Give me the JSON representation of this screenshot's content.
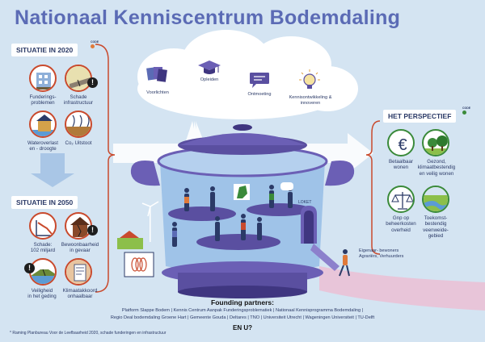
{
  "title": "Nationaal Kenniscentrum Bodemdaling",
  "situatie_2020": {
    "heading": "SITUATIE IN 2020",
    "code": "CODE",
    "items": [
      {
        "label_line1": "Funderings-",
        "label_line2": "problemen",
        "icon": "house-foundation-icon"
      },
      {
        "label_line1": "Schade",
        "label_line2": "infrastructuur",
        "icon": "road-damage-icon"
      },
      {
        "label_line1": "Wateroverlast",
        "label_line2": "en - droogte",
        "icon": "flood-house-icon"
      },
      {
        "label_line1": "Co₂ Uitstoot",
        "label_line2": "",
        "icon": "co2-emission-icon"
      }
    ]
  },
  "situatie_2050": {
    "heading": "SITUATIE IN 2050",
    "items": [
      {
        "label_line1": "Schade:",
        "label_line2": "102 miljard",
        "icon": "declining-graph-icon"
      },
      {
        "label_line1": "Bewoonbaarheid",
        "label_line2": "in gevaar",
        "icon": "damaged-house-icon"
      },
      {
        "label_line1": "Veiligheid",
        "label_line2": "in het geding",
        "icon": "dike-breach-icon"
      },
      {
        "label_line1": "Klimaatakkoord",
        "label_line2": "onhaalbaar",
        "icon": "climate-accord-icon"
      }
    ]
  },
  "perspectief": {
    "heading": "HET PERSPECTIEF",
    "code": "CODE",
    "items": [
      {
        "label_line1": "Betaalbaar",
        "label_line2": "wonen",
        "label_line3": "",
        "icon": "euro-icon"
      },
      {
        "label_line1": "Gezond,",
        "label_line2": "klimaatbestendig",
        "label_line3": "en veilig wonen",
        "icon": "trees-icon"
      },
      {
        "label_line1": "Gnp op",
        "label_line2": "beheerkosten",
        "label_line3": "overheid",
        "icon": "balance-scale-icon"
      },
      {
        "label_line1": "Toekomst-",
        "label_line2": "bestendig",
        "label_line3": "veenweide-",
        "label_line4": "gebied",
        "icon": "river-landscape-icon"
      }
    ]
  },
  "cloud": {
    "items": [
      {
        "label_line1": "Voorlichten",
        "label_line2": "",
        "icon": "brochure-icon"
      },
      {
        "label_line1": "Opleiden",
        "label_line2": "",
        "icon": "graduation-cap-icon"
      },
      {
        "label_line1": "Ontmoeting",
        "label_line2": "",
        "icon": "speech-bubble-icon"
      },
      {
        "label_line1": "Kennisontwikkeling &",
        "label_line2": "innoveren",
        "icon": "lightbulb-icon"
      }
    ]
  },
  "loket": "LOKET",
  "eigenaar": {
    "line1": "Eigenaar- bewoners",
    "line2": "Agrariërs, Verhuurders"
  },
  "founding": {
    "title": "Founding partners:",
    "line1": "Platform Slappe Bodem  |  Kennis Centrum Aanpak Funderingsproblematiek  |  Nationaal Kennisprogramma Bodemdaling  |",
    "line2": "Regio Deal bodemdaling Groene Hart  |  Gemeente Gouda  |  Deltares  |  TNO  |  Universiteit Utrecht  |  Wageningen Universiteit  |  TU-Delft",
    "en_u": "EN U?"
  },
  "footnote": "*  Raming Planbureau Voor de Leefbaarheid 2020, schade funderingen en infrastructuur",
  "colors": {
    "background": "#d4e4f2",
    "title": "#5b6bb5",
    "navy": "#2b3a67",
    "purple": "#6b5fb5",
    "red_accent": "#c94a2d",
    "orange_accent": "#e07a3a",
    "green_accent": "#3a8a3a"
  }
}
